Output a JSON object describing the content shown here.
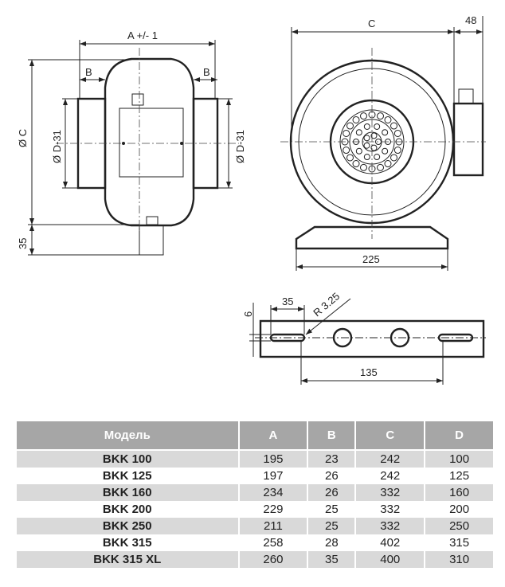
{
  "side_view": {
    "dim_a": "A +/- 1",
    "dim_b_left": "B",
    "dim_b_right": "B",
    "dim_c": "Ø C",
    "dim_d_left": "Ø D-31",
    "dim_d_right": "Ø D-31",
    "dim_35": "35"
  },
  "front_view": {
    "dim_c": "C",
    "dim_48": "48",
    "dim_225": "225"
  },
  "bracket": {
    "dim_6": "6",
    "dim_35": "35",
    "dim_radius": "R 3.25",
    "dim_135": "135"
  },
  "table": {
    "headers": [
      "Модель",
      "A",
      "B",
      "C",
      "D"
    ],
    "rows": [
      [
        "BKK 100",
        "195",
        "23",
        "242",
        "100"
      ],
      [
        "BKK 125",
        "197",
        "26",
        "242",
        "125"
      ],
      [
        "BKK 160",
        "234",
        "26",
        "332",
        "160"
      ],
      [
        "BKK 200",
        "229",
        "25",
        "332",
        "200"
      ],
      [
        "BKK 250",
        "211",
        "25",
        "332",
        "250"
      ],
      [
        "BKK 315",
        "258",
        "28",
        "402",
        "315"
      ],
      [
        "BKK 315 XL",
        "260",
        "35",
        "400",
        "310"
      ]
    ]
  }
}
